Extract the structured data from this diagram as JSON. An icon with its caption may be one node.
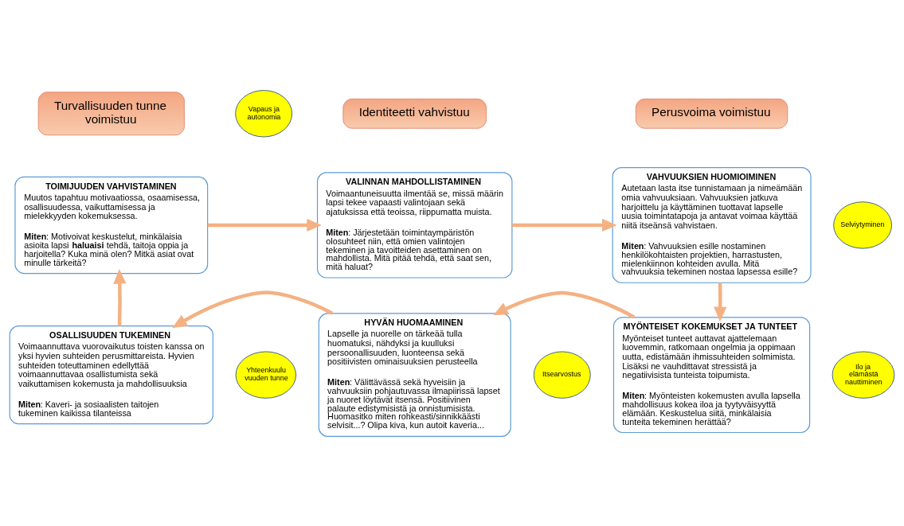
{
  "diagram": {
    "nodes": [
      {
        "text": [
          "Turvallisuuden tunne voimistuu"
        ]
      },
      {
        "text": [
          "Identiteetti vahvistuu"
        ]
      },
      {
        "text": [
          "Perusvoima voimistuu"
        ]
      },
      {
        "text": [
          "Vapaus ja autonomia"
        ]
      },
      {
        "text": [
          "TOIMIJUUDEN VAHVISTAMINEN",
          "Muutos tapahtuu motivaatiossa, osaamisessa, osallisuudessa, vaikuttamisessa ja mielekkyyden kokemuksessa.",
          "**Miten**: Motivoivat keskustelut, minkälaisia asioita lapsi **haluaisi** tehdä, taitoja oppia ja harjoitella? Kuka minä olen? Mitkä asiat ovat minulle tärkeitä?"
        ]
      },
      {
        "text": [
          "VALINNAN MAHDOLLISTAMINEN",
          "Voimaantuneisuutta ilmentää se, missä määrin lapsi tekee vapaasti valintojaan sekä ajatuksissa että teoissa, riippumatta muista.",
          "**Miten**: Järjestetään toimintaympäristön olosuhteet niin, että omien valintojen tekeminen ja tavoitteiden asettaminen on mahdollista. Mitä pitää tehdä, että saat sen, mitä haluat?"
        ]
      },
      {
        "text": [
          "VAHVUUKSIEN HUOMIOIMINEN",
          "Autetaan lasta itse tunnistamaan ja nimeämään omia vahvuuksiaan. Vahvuuksien jatkuva harjoittelu ja käyttäminen tuottavat lapselle uusia toimintatapoja ja antavat voimaa käyttää niitä itseänsä vahvistaen.",
          "**Miten**: Vahvuuksien esille nostaminen henkilökohtaisten projektien, harrastusten, mielenkiinnon kohteiden avulla. Mitä vahvuuksia tekeminen nostaa lapsessa esille?"
        ]
      },
      {
        "text": [
          "Selviytyminen"
        ]
      },
      {
        "text": [
          "OSALLISUUDEN TUKEMINEN",
          "Voimaannuttava vuorovaikutus toisten kanssa on yksi hyvien suhteiden perusmittareista. Hyvien suhteiden toteuttaminen edellyttää voimaannuttavaa osallistumista sekä vaikuttamisen kokemusta ja mahdollisuuksia",
          "**Miten**: Kaveri- ja sosiaalisten taitojen tukeminen kaikissa tilanteissa"
        ]
      },
      {
        "text": [
          "HYVÄN HUOMAAMINEN",
          "Lapselle ja nuorelle on tärkeää tulla huomatuksi, nähdyksi ja kuulluksi persoonallisuuden, luonteensa sekä positiivisten ominaisuuksien perusteella",
          "**Miten**: Välittävässä sekä hyveisiin ja vahvuuksiin pohjautuvassa ilmapiirissä lapset ja nuoret löytävät itsensä. Positiivinen palaute edistymisistä ja onnistumisista. Huomasitko miten rohkeasti/sinnikkäästi selvisit...? Olipa kiva, kun autoit kaveria..."
        ]
      },
      {
        "text": [
          "MYÖNTEISET KOKEMUKSET JA TUNTEET",
          "Myönteiset tunteet auttavat ajattelemaan luovemmin, ratkomaan ongelmia ja oppimaan uutta, edistämään ihmissuhteiden solmimista. Lisäksi ne vauhdittavat stressistä ja negatiivisista tunteista toipumista.",
          "**Miten**: Myönteisten kokemusten avulla lapsella mahdollisuus kokea iloa ja tyytyväisyyttä elämään. Keskustelua siitä, minkälaisia tunteita tekeminen herättää?"
        ]
      },
      {
        "text": [
          "Yhteenkuulu vuuden tunne"
        ]
      },
      {
        "text": [
          "Itsearvostus"
        ]
      },
      {
        "text": [
          "Ilo ja elämästä nauttiminen"
        ]
      }
    ],
    "edges": [
      {
        "from": 4,
        "to": 5,
        "arrow": "to"
      },
      {
        "from": 5,
        "to": 6,
        "arrow": "to"
      },
      {
        "from": 6,
        "to": 10,
        "arrow": "to"
      },
      {
        "from": 10,
        "to": 9,
        "arrow": "to"
      },
      {
        "from": 9,
        "to": 8,
        "arrow": "to"
      },
      {
        "from": 8,
        "to": 4,
        "arrow": "to"
      }
    ]
  }
}
